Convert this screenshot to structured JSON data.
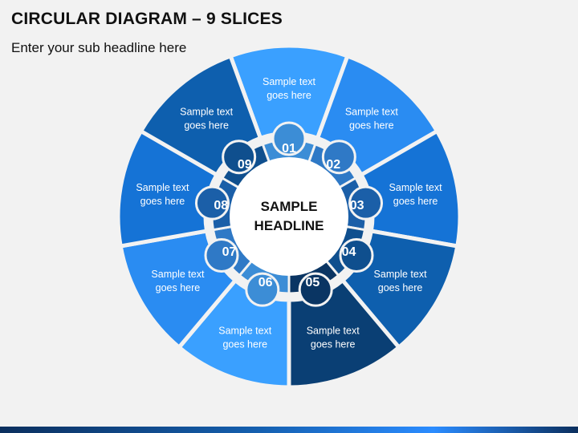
{
  "slide": {
    "title": "CIRCULAR DIAGRAM – 9 SLICES",
    "subtitle": "Enter your sub headline here"
  },
  "diagram": {
    "center_line1": "SAMPLE",
    "center_line2": "HEADLINE",
    "slices": [
      {
        "number": "01",
        "text_line1": "Sample text",
        "text_line2": "goes here",
        "outer_color": "#3aa0ff",
        "tab_color": "#3c8dd6"
      },
      {
        "number": "02",
        "text_line1": "Sample text",
        "text_line2": "goes here",
        "outer_color": "#2a8cf2",
        "tab_color": "#2f79c6"
      },
      {
        "number": "03",
        "text_line1": "Sample text",
        "text_line2": "goes here",
        "outer_color": "#1573d6",
        "tab_color": "#1b5fa8"
      },
      {
        "number": "04",
        "text_line1": "Sample text",
        "text_line2": "goes here",
        "outer_color": "#0e5fae",
        "tab_color": "#0f4f8e"
      },
      {
        "number": "05",
        "text_line1": "Sample text",
        "text_line2": "goes here",
        "outer_color": "#0a3f74",
        "tab_color": "#0a3563"
      },
      {
        "number": "06",
        "text_line1": "Sample text",
        "text_line2": "goes here",
        "outer_color": "#3aa0ff",
        "tab_color": "#3c8dd6"
      },
      {
        "number": "07",
        "text_line1": "Sample text",
        "text_line2": "goes here",
        "outer_color": "#2a8cf2",
        "tab_color": "#2f79c6"
      },
      {
        "number": "08",
        "text_line1": "Sample text",
        "text_line2": "goes here",
        "outer_color": "#1573d6",
        "tab_color": "#1b5fa8"
      },
      {
        "number": "09",
        "text_line1": "Sample text",
        "text_line2": "goes here",
        "outer_color": "#0e5fae",
        "tab_color": "#0f4f8e"
      }
    ]
  }
}
